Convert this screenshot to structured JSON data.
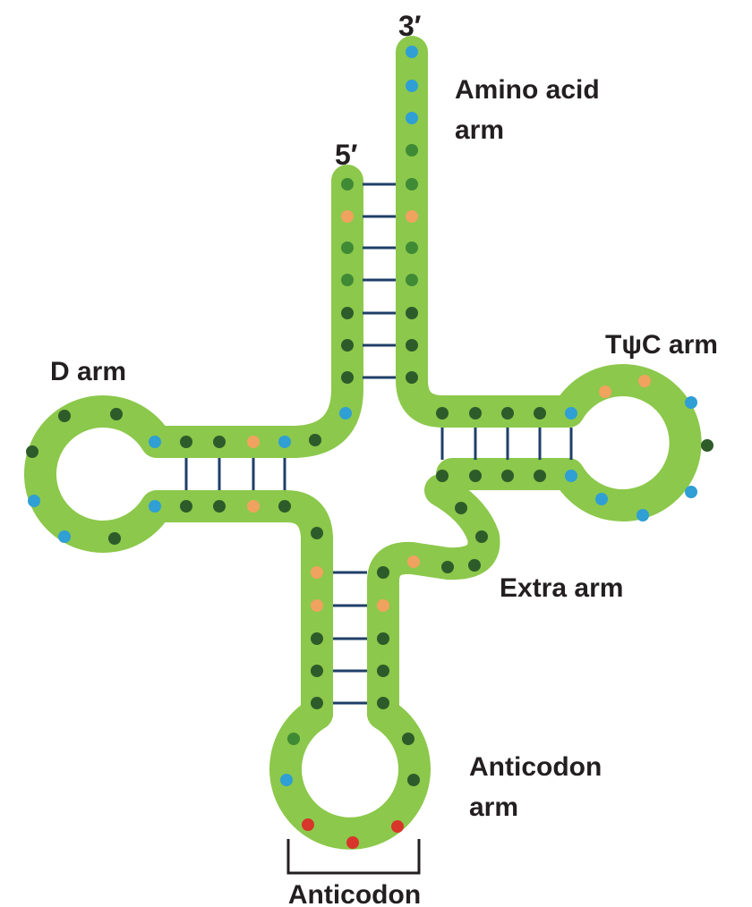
{
  "labels": {
    "three_prime": "3′",
    "five_prime": "5′",
    "amino_acid_arm": [
      "Amino acid",
      "arm"
    ],
    "d_arm": "D arm",
    "tpsic_arm": "TψC arm",
    "extra_arm": "Extra arm",
    "anticodon_arm": [
      "Anticodon",
      "arm"
    ],
    "anticodon": "Anticodon"
  },
  "colors": {
    "backbone": "#8cc84b",
    "nucleotide_dark": "#2e5b2a",
    "nucleotide_green": "#3f8a35",
    "nucleotide_blue": "#2f9fd4",
    "nucleotide_orange": "#f0a35e",
    "nucleotide_red": "#d8352b",
    "base_pair": "#1f3f68",
    "text": "#231f20"
  }
}
